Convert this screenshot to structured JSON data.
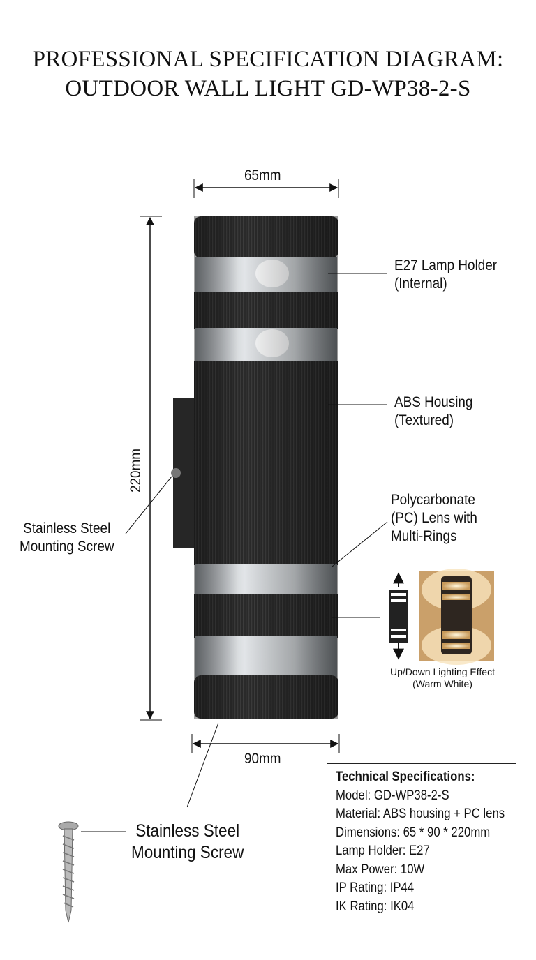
{
  "title": {
    "line1": "PROFESSIONAL SPECIFICATION DIAGRAM:",
    "line2": "OUTDOOR WALL LIGHT GD-WP38-2-S"
  },
  "dimensions": {
    "width_top": "65mm",
    "height": "220mm",
    "depth_bottom": "90mm"
  },
  "callouts": {
    "lamp_holder": [
      "E27 Lamp Holder",
      "(Internal)"
    ],
    "housing": [
      "ABS Housing",
      "(Textured)"
    ],
    "lens": [
      "Polycarbonate",
      "(PC) Lens with",
      "Multi-Rings"
    ],
    "mount_screw": [
      "Stainless Steel",
      "Mounting Screw"
    ]
  },
  "lighting_effect": {
    "caption_line1": "Up/Down Lighting Effect",
    "caption_line2": "(Warm White)"
  },
  "screw_detail": [
    "Stainless Steel",
    "Mounting Screw"
  ],
  "specs": {
    "heading": "Technical Specifications:",
    "rows": [
      "Model: GD-WP38-2-S",
      "Material: ABS housing + PC lens",
      "Dimensions: 65 * 90 * 220mm",
      "Lamp Holder: E27",
      "Max Power: 10W",
      "IP Rating: IP44",
      "IK Rating: IK04"
    ]
  },
  "colors": {
    "housing": "#2b2b2b",
    "lens": "#c9cdd0",
    "warm_light": "#f3d9a6"
  }
}
